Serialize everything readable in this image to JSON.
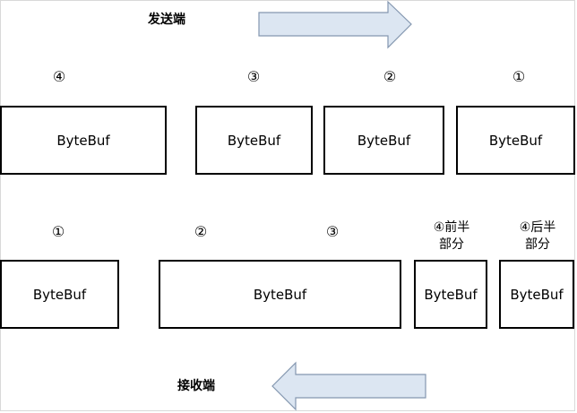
{
  "diagram": {
    "sender": {
      "label": "发送端",
      "markers": [
        "④",
        "③",
        "②",
        "①"
      ],
      "buffers": [
        "ByteBuf",
        "ByteBuf",
        "ByteBuf",
        "ByteBuf"
      ]
    },
    "receiver": {
      "label": "接收端",
      "markers": [
        "①",
        "②",
        "③",
        "④前半\n部分",
        "④后半\n部分"
      ],
      "buffers": [
        "ByteBuf",
        "ByteBuf",
        "ByteBuf",
        "ByteBuf"
      ]
    },
    "colors": {
      "arrow_fill": "#dce6f2",
      "arrow_stroke": "#8497b0",
      "border": "#000000"
    }
  }
}
